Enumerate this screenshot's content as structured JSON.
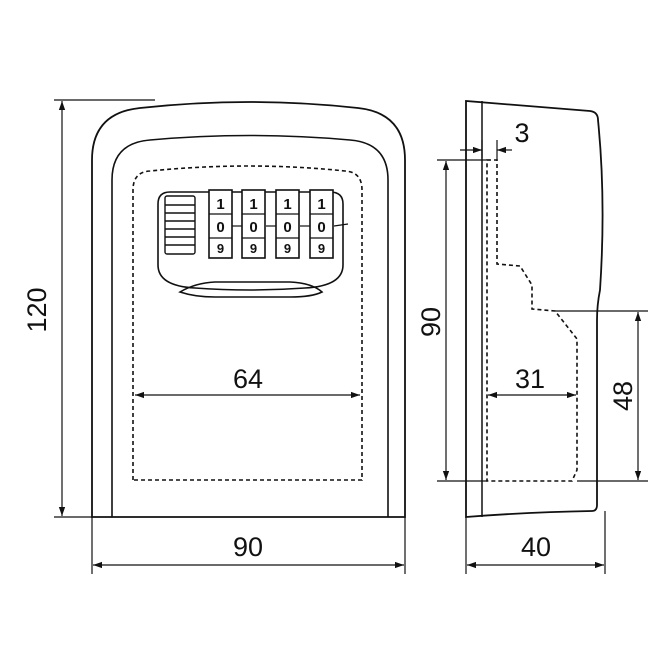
{
  "dimensions": {
    "front_height": "120",
    "front_width": "90",
    "inner_width": "64",
    "side_depth": "40",
    "side_inner_height": "90",
    "side_lower_height": "48",
    "side_inner_depth": "31",
    "wall_thickness": "3"
  },
  "combination_dials": [
    {
      "top": "1",
      "middle": "0",
      "bottom": "9"
    },
    {
      "top": "1",
      "middle": "0",
      "bottom": "9"
    },
    {
      "top": "1",
      "middle": "0",
      "bottom": "9"
    },
    {
      "top": "1",
      "middle": "0",
      "bottom": "9"
    }
  ]
}
